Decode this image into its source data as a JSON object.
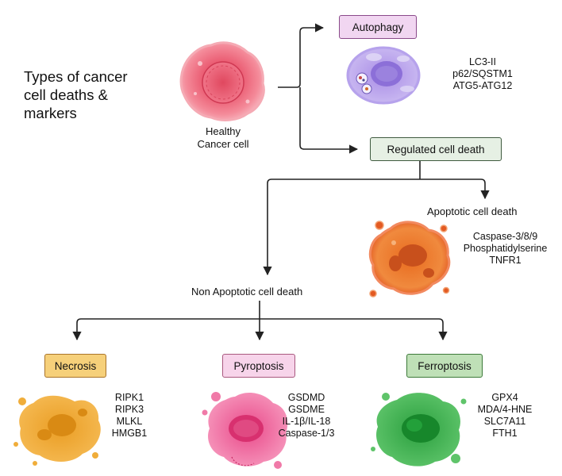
{
  "title": {
    "lines": [
      "Types of cancer",
      "cell deaths &",
      "markers"
    ]
  },
  "healthy_cell": {
    "label_lines": [
      "Healthy",
      "Cancer cell"
    ]
  },
  "autophagy": {
    "label": "Autophagy",
    "markers": [
      "LC3-II",
      "p62/SQSTM1",
      "ATG5-ATG12"
    ],
    "box_fill": "#f1d6f1",
    "box_border": "#8a4a8a"
  },
  "regulated": {
    "label": "Regulated cell death",
    "box_fill": "#e6f0e4",
    "box_border": "#3f5a3f"
  },
  "apoptotic": {
    "label": "Apoptotic cell death",
    "markers": [
      "Caspase-3/8/9",
      "Phosphatidylserine",
      "TNFR1"
    ]
  },
  "non_apoptotic": {
    "label": "Non Apoptotic cell death"
  },
  "necrosis": {
    "label": "Necrosis",
    "markers": [
      "RIPK1",
      "RIPK3",
      "MLKL",
      "HMGB1"
    ],
    "box_fill": "#f6d07a",
    "box_border": "#a9742a"
  },
  "pyroptosis": {
    "label": "Pyroptosis",
    "markers": [
      "GSDMD",
      "GSDME",
      "IL-1β/IL-18",
      "Caspase-1/3"
    ],
    "box_fill": "#f7d4ea",
    "box_border": "#a9587f"
  },
  "ferroptosis": {
    "label": "Ferroptosis",
    "markers": [
      "GPX4",
      "MDA/4-HNE",
      "SLC7A11",
      "FTH1"
    ],
    "box_fill": "#bfe0b7",
    "box_border": "#3d7a3a"
  },
  "colors": {
    "arrow": "#222222",
    "healthy_cell": "#e8526a",
    "autophagy_cell": "#b8a2ea",
    "apoptotic_cell": "#e8772b",
    "necrosis_cell": "#eaa222",
    "pyroptosis_cell": "#ec4f8e",
    "ferroptosis_cell": "#27a53c"
  }
}
